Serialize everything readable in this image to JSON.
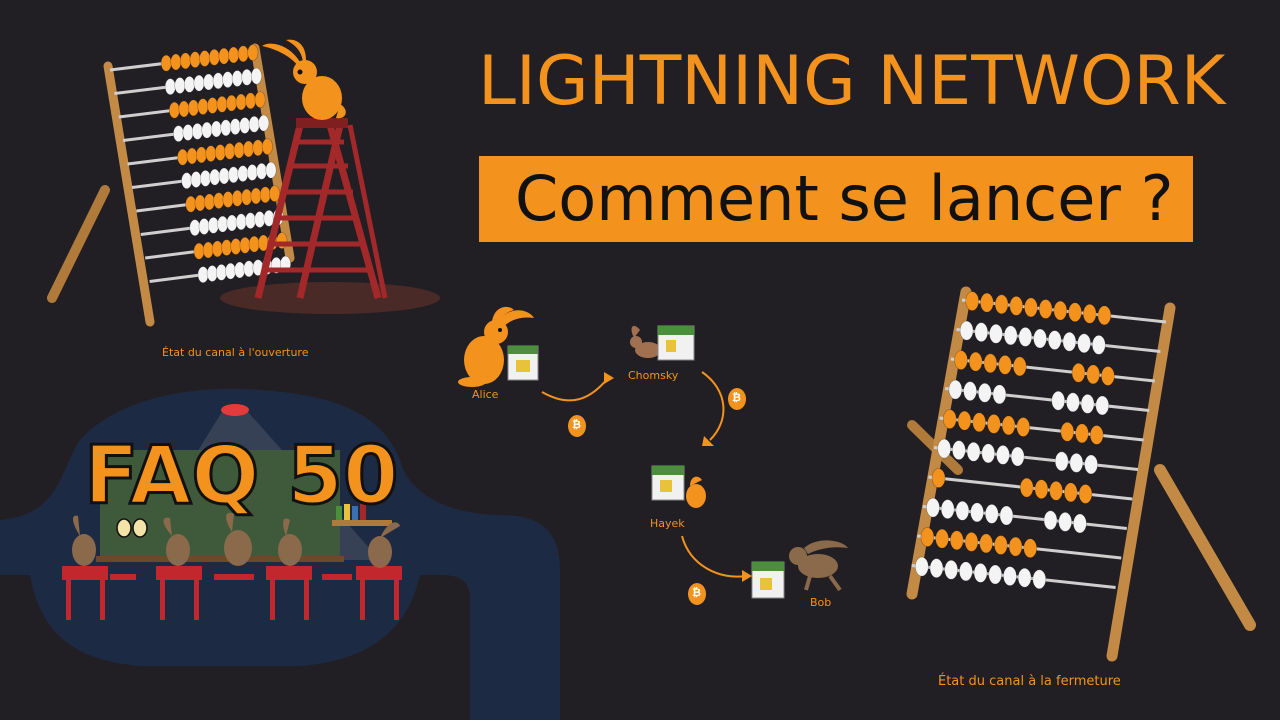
{
  "header": {
    "title": "LIGHTNING NETWORK",
    "subtitle": "Comment se lancer ?"
  },
  "captions": {
    "open": "État du canal à l'ouverture",
    "close": "État du canal à la fermeture"
  },
  "network": {
    "nodes": [
      "Alice",
      "Chomsky",
      "Hayek",
      "Bob"
    ],
    "coin_symbol": "₿"
  },
  "badge": {
    "label": "FAQ 50"
  },
  "colors": {
    "background": "#211f24",
    "accent": "#f4921e",
    "bead_white": "#f4f4f4",
    "wood": "#b07a3a",
    "ladder": "#a3282a",
    "classroom": "#1d2a44"
  }
}
